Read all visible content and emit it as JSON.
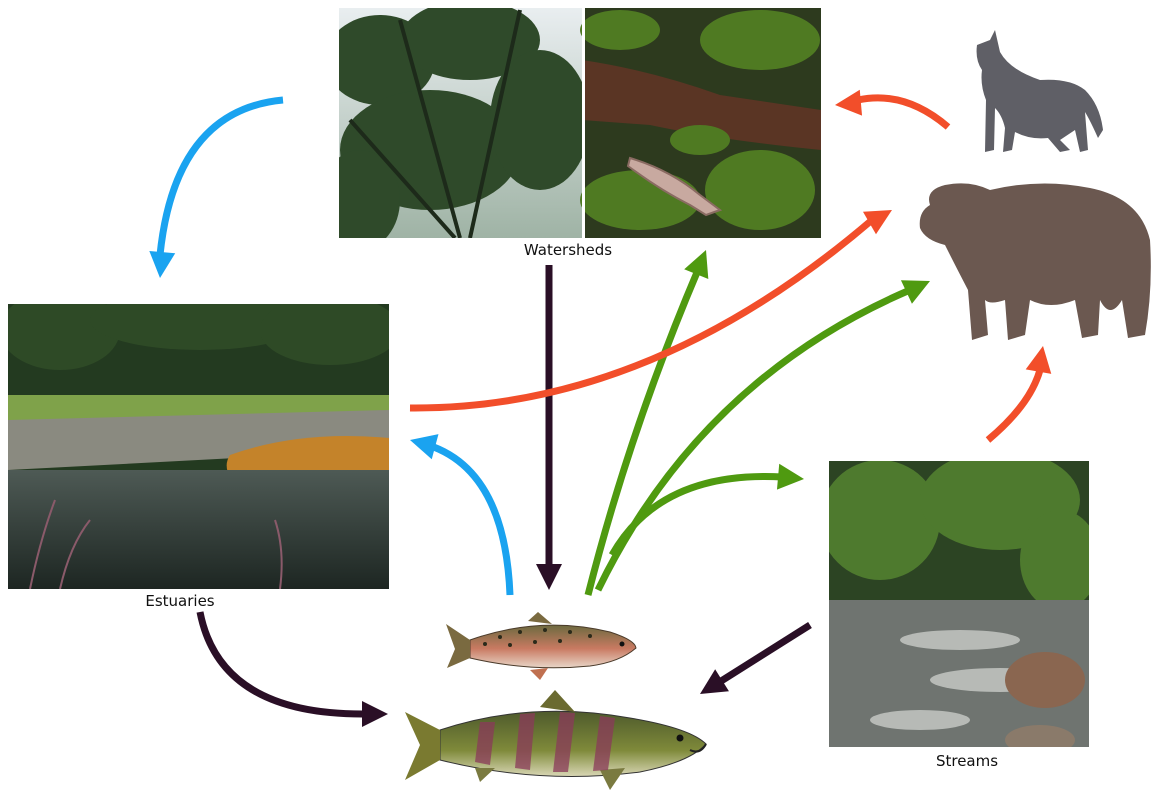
{
  "labels": {
    "watersheds": "Watersheds",
    "estuaries": "Estuaries",
    "streams": "Streams"
  },
  "colors": {
    "arrow_blue": "#1aa3f0",
    "arrow_red": "#f24e2a",
    "arrow_green": "#4f9a10",
    "arrow_dark": "#2a0f26",
    "animal_silhouette_wolf": "#5f5f66",
    "animal_silhouette_bear": "#6b5850"
  },
  "nodes": [
    {
      "id": "watersheds",
      "kind": "photo",
      "label_key": "watersheds"
    },
    {
      "id": "estuaries",
      "kind": "photo",
      "label_key": "estuaries"
    },
    {
      "id": "streams",
      "kind": "photo",
      "label_key": "streams"
    },
    {
      "id": "wolf",
      "kind": "silhouette-icon"
    },
    {
      "id": "bear",
      "kind": "silhouette-icon"
    },
    {
      "id": "trout",
      "kind": "fish-illustration"
    },
    {
      "id": "chum-salmon",
      "kind": "fish-illustration"
    }
  ],
  "edges": [
    {
      "from": "watersheds",
      "to": "estuaries",
      "color": "arrow_blue"
    },
    {
      "from": "salmon",
      "to": "estuaries",
      "color": "arrow_blue"
    },
    {
      "from": "watersheds",
      "to": "salmon",
      "color": "arrow_dark"
    },
    {
      "from": "estuaries",
      "to": "salmon",
      "color": "arrow_dark"
    },
    {
      "from": "streams",
      "to": "salmon",
      "color": "arrow_dark"
    },
    {
      "from": "salmon",
      "to": "watersheds",
      "color": "arrow_green"
    },
    {
      "from": "salmon",
      "to": "bear",
      "color": "arrow_green"
    },
    {
      "from": "salmon",
      "to": "streams",
      "color": "arrow_green"
    },
    {
      "from": "estuaries",
      "to": "bear",
      "color": "arrow_red"
    },
    {
      "from": "streams",
      "to": "bear",
      "color": "arrow_red"
    },
    {
      "from": "wolf",
      "to": "watersheds",
      "color": "arrow_red"
    }
  ]
}
